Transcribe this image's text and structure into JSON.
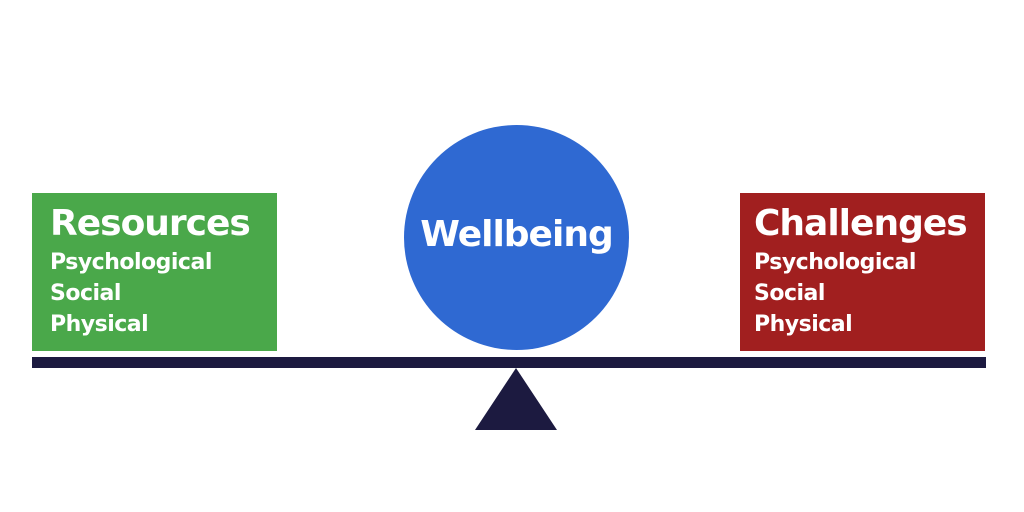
{
  "resources": {
    "title": "Resources",
    "items": [
      "Psychological",
      "Social",
      "Physical"
    ]
  },
  "center": {
    "label": "Wellbeing"
  },
  "challenges": {
    "title": "Challenges",
    "items": [
      "Psychological",
      "Social",
      "Physical"
    ]
  },
  "colors": {
    "resources": "#4aa84a",
    "wellbeing": "#2f69d2",
    "challenges": "#a11f1f",
    "scale": "#1c1a40"
  }
}
